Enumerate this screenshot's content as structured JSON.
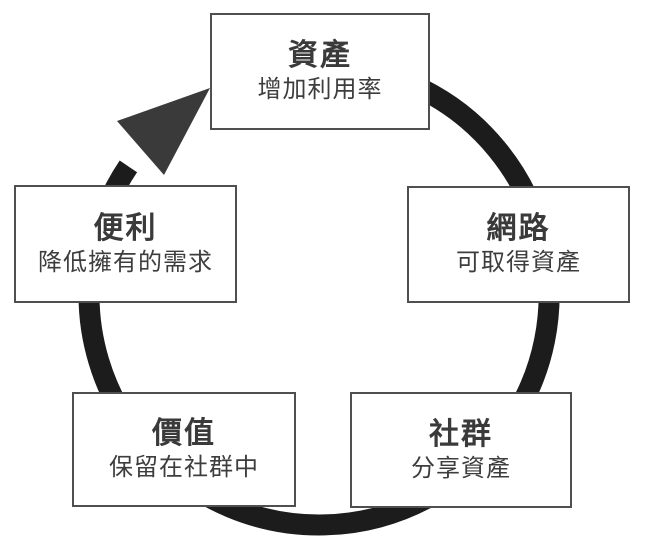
{
  "nodes": [
    {
      "id": "assets",
      "heading": "資產",
      "subtitle": "增加利用率"
    },
    {
      "id": "network",
      "heading": "網路",
      "subtitle": "可取得資產"
    },
    {
      "id": "community",
      "heading": "社群",
      "subtitle": "分享資產"
    },
    {
      "id": "value",
      "heading": "價值",
      "subtitle": "保留在社群中"
    },
    {
      "id": "convenience",
      "heading": "便利",
      "subtitle": "降低擁有的需求"
    }
  ],
  "colors": {
    "ring": "#1c1c1c",
    "arrowhead": "#3a3a3a",
    "box_border": "#4f4f4f",
    "heading_text": "#3a3a3a",
    "subtitle_text": "#3d3d3d",
    "background": "#ffffff"
  }
}
